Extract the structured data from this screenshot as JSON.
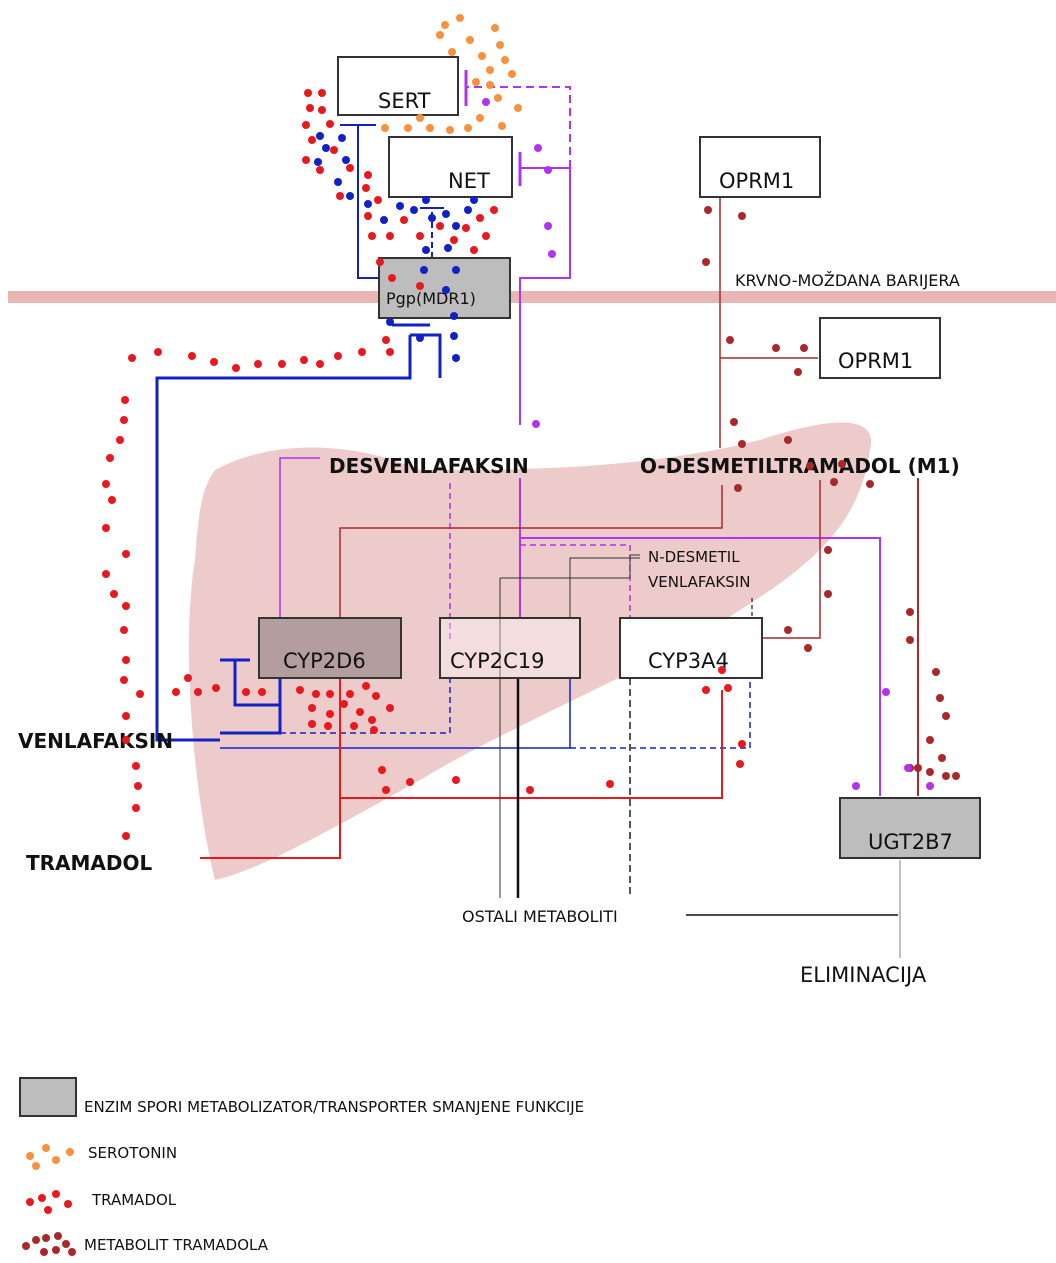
{
  "boxes": {
    "sert": "SERT",
    "net": "NET",
    "pgp": "Pgp(MDR1)",
    "oprm1_top": "OPRM1",
    "oprm1_mid": "OPRM1",
    "cyp2d6": "CYP2D6",
    "cyp2c19": "CYP2C19",
    "cyp3a4": "CYP3A4",
    "ugt2b7": "UGT2B7"
  },
  "labels": {
    "barrier": "KRVNO-MOŽDANA BARIJERA",
    "desvenlafaksin": "DESVENLAFAKSIN",
    "m1": "O-DESMETILTRAMADOL (M1)",
    "n_desmetil_line1": "N-DESMETIL",
    "n_desmetil_line2": "VENLAFAKSIN",
    "venlafaksin": "VENLAFAKSIN",
    "tramadol": "TRAMADOL",
    "ostali": "OSTALI METABOLITI",
    "eliminacija": "ELIMINACIJA"
  },
  "legend": {
    "enzyme": "ENZIM SPORI METABOLIZATOR/TRANSPORTER SMANJENE FUNKCIJE",
    "serotonin": "SEROTONIN",
    "tramadol": "TRAMADOL",
    "metabolite": "METABOLIT TRAMADOLA"
  },
  "colors": {
    "serotonin": "#f7913d",
    "tramadol": "#e8191e",
    "metabolite": "#a8292c",
    "venlafaxine_line": "#1122c4",
    "desvenlafaxine_line": "#b033f0",
    "slow_enzyme_fill": "#bdbdbd",
    "cyp2d6_fill": "#b39d9e",
    "liver": "#e8b7b7",
    "barrier": "#e9b6b6"
  }
}
